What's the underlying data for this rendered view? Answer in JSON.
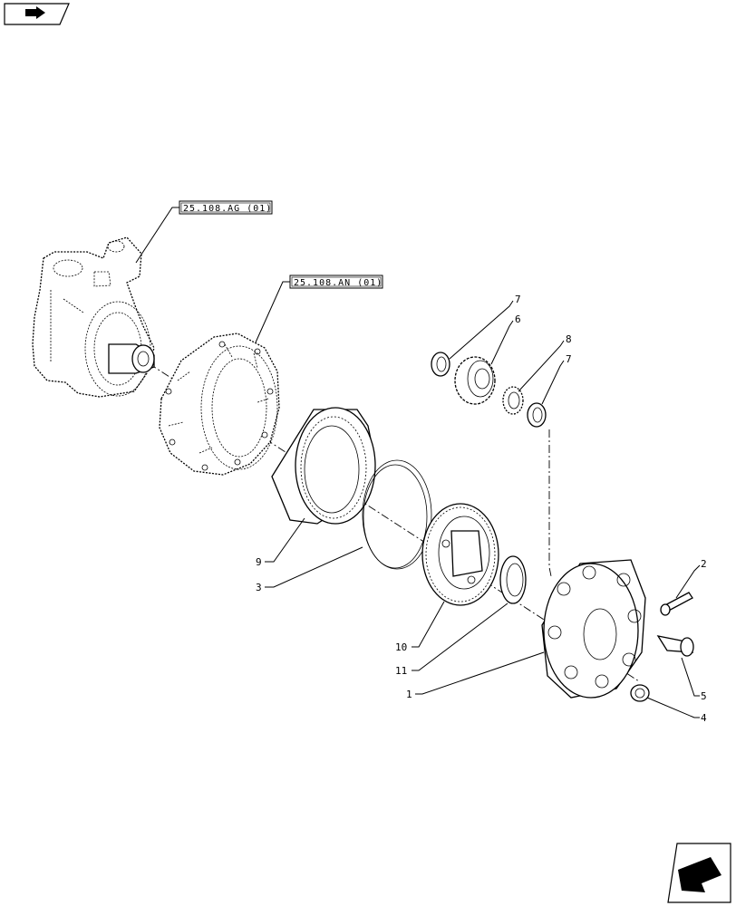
{
  "nav": {
    "back_icon": "arrow-left-icon",
    "next_icon": "arrow-down-left-icon"
  },
  "references": [
    {
      "text": "25.108.AG (01)"
    },
    {
      "text": "25.108.AN (01)"
    }
  ],
  "callouts": [
    "7",
    "6",
    "8",
    "7",
    "2",
    "9",
    "3",
    "10",
    "11",
    "1",
    "5",
    "4"
  ]
}
